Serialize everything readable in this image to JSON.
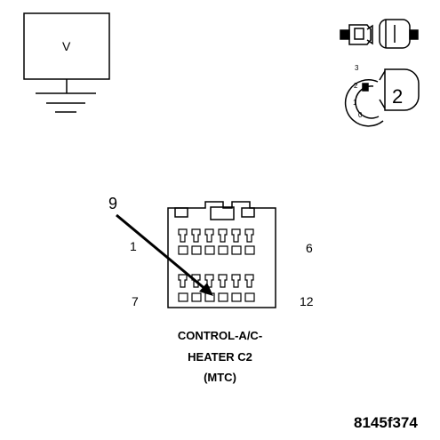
{
  "meter": {
    "label": "V"
  },
  "key_position": {
    "ticks": [
      "3",
      "2",
      "1",
      "0"
    ],
    "value": "2"
  },
  "connector": {
    "pointer_label": "9",
    "pins": {
      "top_left": "1",
      "top_right": "6",
      "bottom_left": "7",
      "bottom_right": "12"
    },
    "caption": [
      "CONTROL-A/C-",
      "HEATER C2",
      "(MTC)"
    ]
  },
  "figure_id": "8145f374"
}
